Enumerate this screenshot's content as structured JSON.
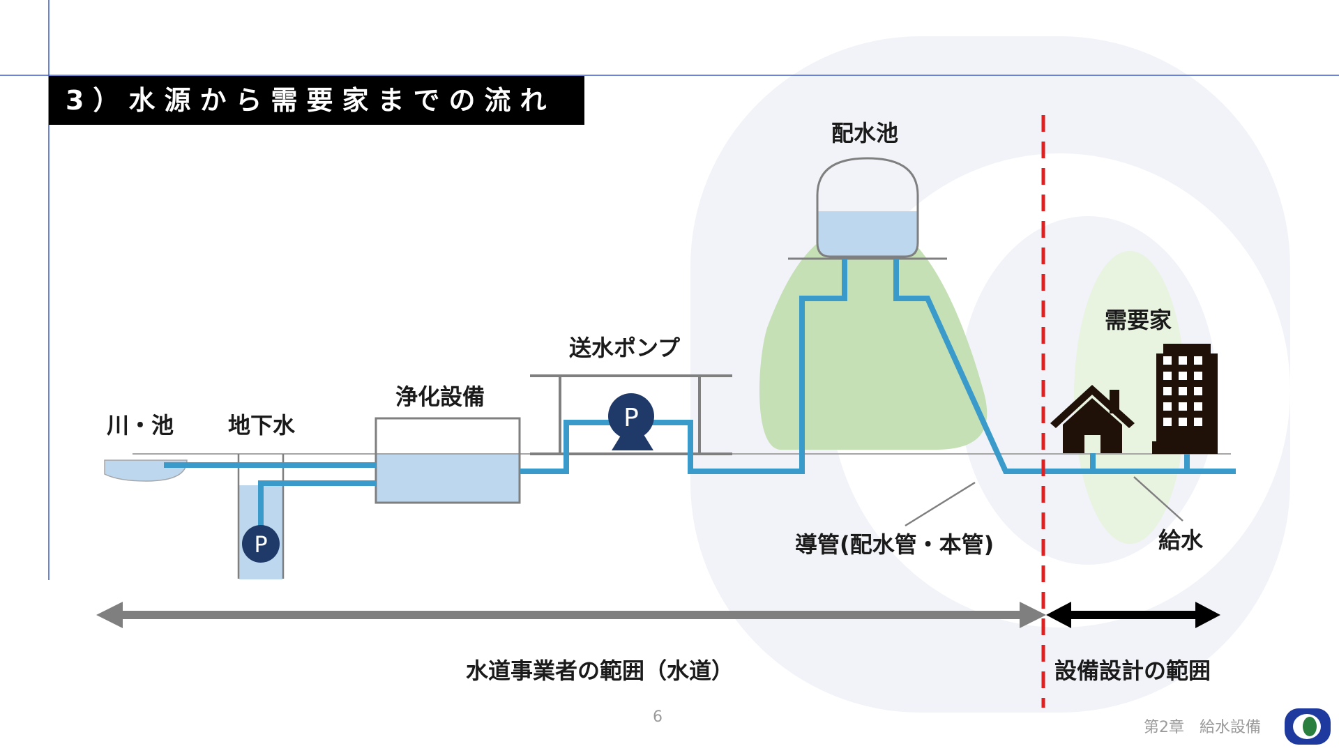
{
  "slide": {
    "title": "3）水源から需要家までの流れ",
    "page_number": "6",
    "footer": "第2章　給水設備"
  },
  "labels": {
    "river_pond": "川・池",
    "groundwater": "地下水",
    "purification": "浄化設備",
    "transmission_pump": "送水ポンプ",
    "distribution_reservoir": "配水池",
    "consumer": "需要家",
    "conduit": "導管(配水管・本管)",
    "water_supply": "給水",
    "pump_symbol": "P"
  },
  "ranges": {
    "utility": "水道事業者の範囲（水道）",
    "design": "設備設計の範囲"
  },
  "colors": {
    "pipe": "#3a9bcb",
    "water": "#bcd7ee",
    "hill": "#c5e0b5",
    "pump": "#1f3a68",
    "boundary": "#e02020",
    "utility_arrow": "#7f7f7f",
    "design_arrow": "#000000",
    "accent_line": "#3a5ccc",
    "watermark": "#f1f3f8"
  }
}
